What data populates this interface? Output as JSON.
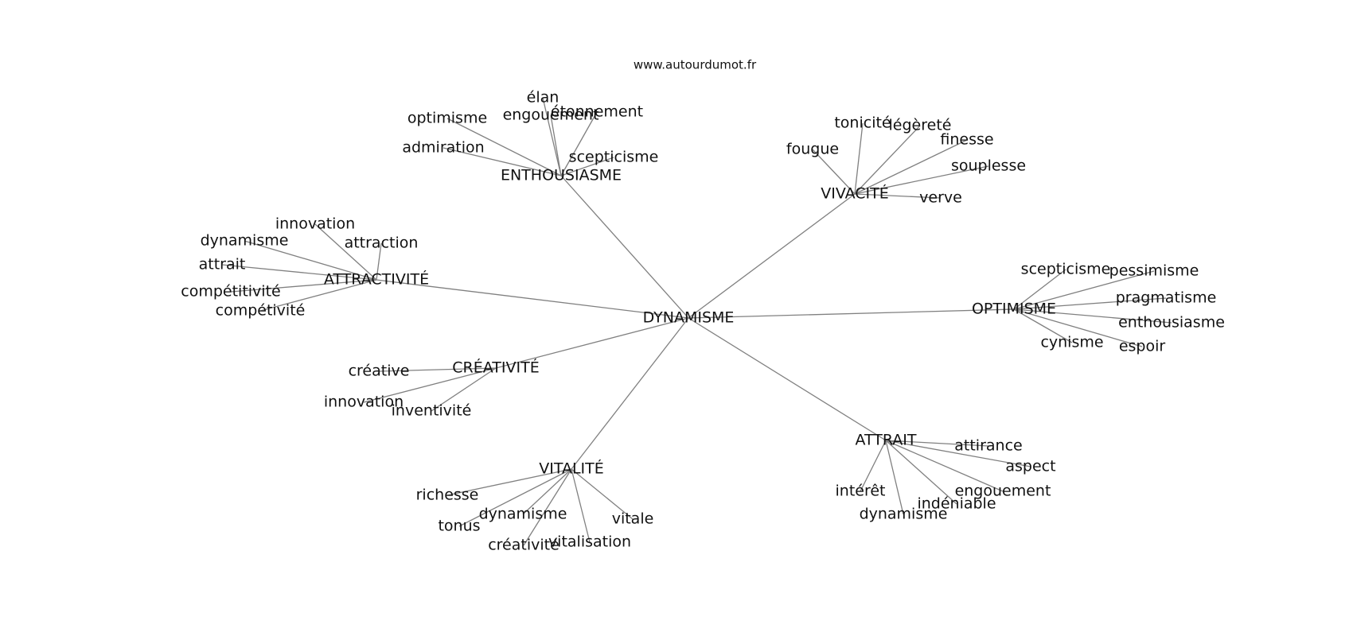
{
  "source": "www.autourdumot.fr",
  "center": "DYNAMISME",
  "groups": [
    {
      "label": "ENTHOUSIASME",
      "leaves": [
        "optimisme",
        "engouement",
        "élan",
        "étonnement",
        "admiration",
        "scepticisme"
      ]
    },
    {
      "label": "VIVACITÉ",
      "leaves": [
        "fougue",
        "tonicité",
        "légèreté",
        "finesse",
        "souplesse",
        "verve"
      ]
    },
    {
      "label": "ATTRACTIVITÉ",
      "leaves": [
        "innovation",
        "dynamisme",
        "attraction",
        "attrait",
        "compétitivité",
        "compétivité"
      ]
    },
    {
      "label": "OPTIMISME",
      "leaves": [
        "scepticisme",
        "pessimisme",
        "pragmatisme",
        "enthousiasme",
        "cynisme",
        "espoir"
      ]
    },
    {
      "label": "CRÉATIVITÉ",
      "leaves": [
        "créative",
        "innovation",
        "inventivité"
      ]
    },
    {
      "label": "ATTRAIT",
      "leaves": [
        "attirance",
        "aspect",
        "engouement",
        "intérêt",
        "indéniable",
        "dynamisme"
      ]
    },
    {
      "label": "VITALITÉ",
      "leaves": [
        "richesse",
        "dynamisme",
        "tonus",
        "vitale",
        "créativité",
        "vitalisation"
      ]
    }
  ]
}
